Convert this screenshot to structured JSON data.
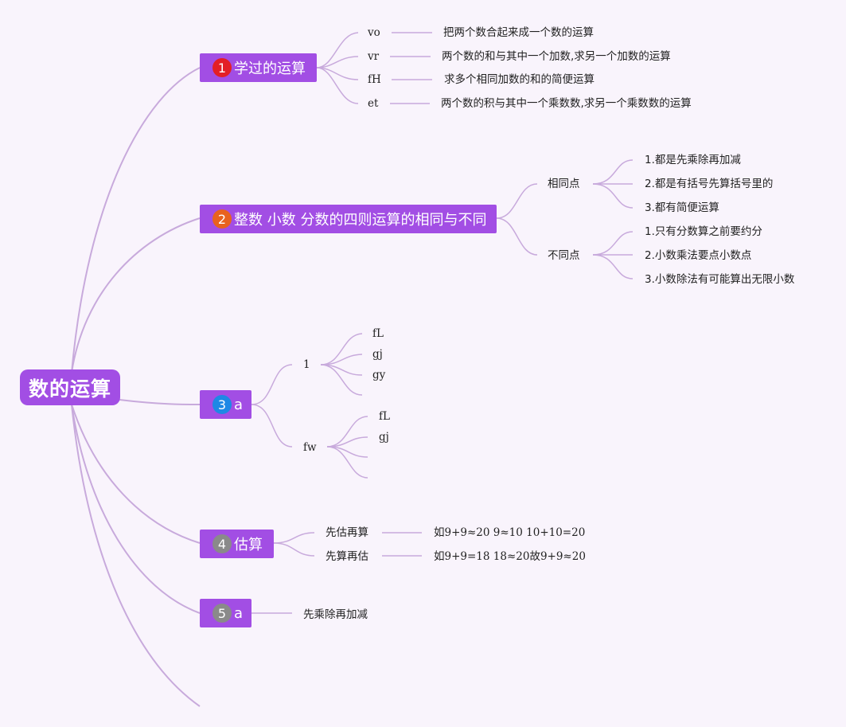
{
  "root": {
    "title": "数的运算"
  },
  "colors": {
    "node": "#a24ee4",
    "line": "#c8aadc",
    "background": "#f9f4fc"
  },
  "topics": [
    {
      "number": "1",
      "number_color": "#e31f26",
      "label": "学过的运算",
      "children": [
        {
          "label": "vo",
          "detail": "把两个数合起来成一个数的运算"
        },
        {
          "label": "vr",
          "detail": "两个数的和与其中一个加数,求另一个加数的运算"
        },
        {
          "label": "fH",
          "detail": "求多个相同加数的和的简便运算"
        },
        {
          "label": "et",
          "detail": "两个数的积与其中一个乘数数,求另一个乘数数的运算"
        }
      ]
    },
    {
      "number": "2",
      "number_color": "#e8621f",
      "label": "整数 小数 分数的四则运算的相同与不同",
      "children": [
        {
          "label": "相同点",
          "items": [
            "1.都是先乘除再加减",
            "2.都是有括号先算括号里的",
            "3.都有简便运算"
          ]
        },
        {
          "label": "不同点",
          "items": [
            "1.只有分数算之前要约分",
            "2.小数乘法要点小数点",
            "3.小数除法有可能算出无限小数"
          ]
        }
      ]
    },
    {
      "number": "3",
      "number_color": "#1e88e5",
      "label": "a",
      "children": [
        {
          "label": "1",
          "items": [
            "fL",
            "gj",
            "gy",
            ""
          ]
        },
        {
          "label": "fw",
          "items": [
            "fL",
            "gj",
            "",
            ""
          ]
        }
      ]
    },
    {
      "number": "4",
      "number_color": "#8a8a8a",
      "label": "估算",
      "children": [
        {
          "label": "先估再算",
          "detail": "如9+9≈20 9≈10 10+10=20"
        },
        {
          "label": "先算再估",
          "detail": "如9+9=18 18≈20故9+9≈20"
        }
      ]
    },
    {
      "number": "5",
      "number_color": "#8a8a8a",
      "label": "a",
      "children": [
        {
          "label": "先乘除再加减"
        }
      ]
    }
  ]
}
